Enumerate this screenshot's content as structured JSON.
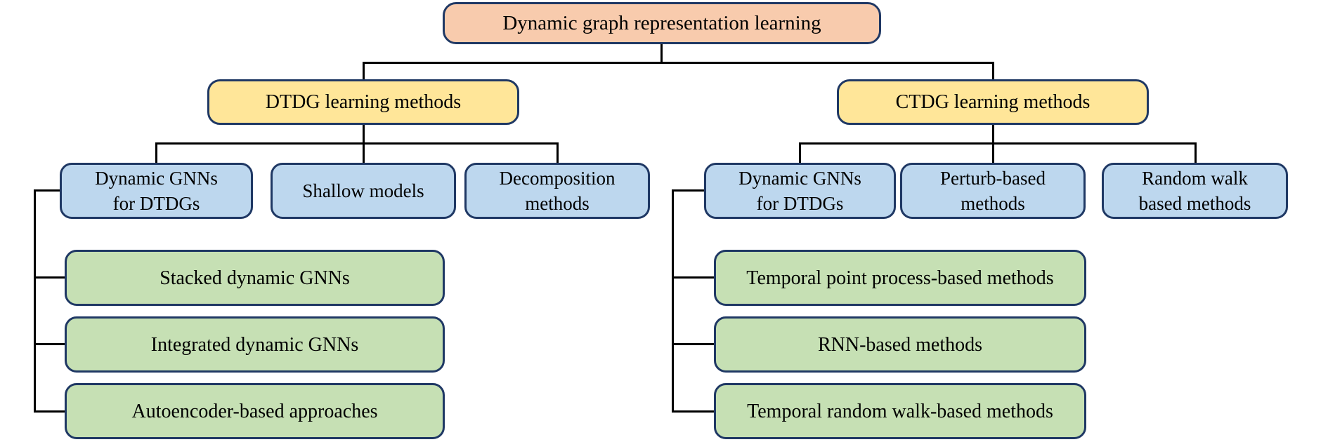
{
  "figure": {
    "root": {
      "label": "Dynamic graph representation learning"
    },
    "dtdg": {
      "label": "DTDG learning methods",
      "children": [
        {
          "line1": "Dynamic GNNs",
          "line2": "for DTDGs"
        },
        {
          "line1": "Shallow models"
        },
        {
          "line1": "Decomposition",
          "line2": "methods"
        }
      ],
      "leaves": [
        "Stacked dynamic GNNs",
        "Integrated dynamic GNNs",
        "Autoencoder-based approaches"
      ]
    },
    "ctdg": {
      "label": "CTDG learning methods",
      "children": [
        {
          "line1": "Dynamic GNNs",
          "line2": "for DTDGs"
        },
        {
          "line1": "Perturb-based",
          "line2": "methods"
        },
        {
          "line1": "Random walk",
          "line2": "based methods"
        }
      ],
      "leaves": [
        "Temporal point process-based methods",
        "RNN-based methods",
        "Temporal random walk-based methods"
      ]
    },
    "colors": {
      "root_fill": "#F8CBAD",
      "branch_fill": "#FFE699",
      "category_fill": "#BDD7EE",
      "leaf_fill": "#C6E0B4",
      "box_border": "#1F3864",
      "connector": "#000000"
    }
  }
}
